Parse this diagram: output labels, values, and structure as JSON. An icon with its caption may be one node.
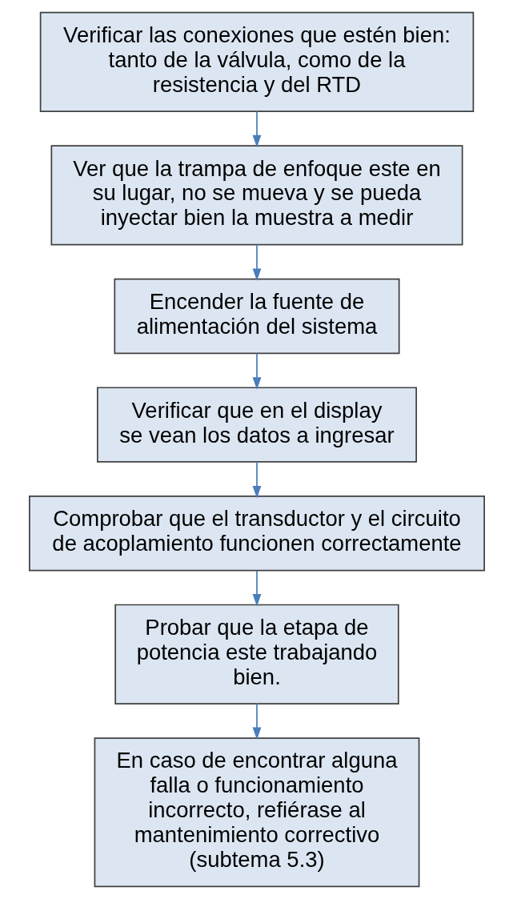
{
  "diagram": {
    "nodes": [
      {
        "text": [
          "Verificar las conexiones que estén bien: tanto de la válvula, como de la resistencia y del RTD"
        ]
      },
      {
        "text": [
          "Ver que la trampa de enfoque este en su lugar, no se mueva y se pueda inyectar bien la muestra a medir"
        ]
      },
      {
        "text": [
          "Encender la fuente de alimentación del sistema"
        ]
      },
      {
        "text": [
          "Verificar que en el display se vean los datos a ingresar"
        ]
      },
      {
        "text": [
          "Comprobar que el transductor y el circuito de acoplamiento funcionen correctamente"
        ]
      },
      {
        "text": [
          "Probar que la etapa de potencia este trabajando bien."
        ]
      },
      {
        "text": [
          "En caso de encontrar alguna falla o funcionamiento incorrecto, refiérase al mantenimiento correctivo (subtema 5.3)"
        ]
      }
    ],
    "edges": [
      {
        "from": 0,
        "to": 1,
        "arrow": "to"
      },
      {
        "from": 1,
        "to": 2,
        "arrow": "to"
      },
      {
        "from": 2,
        "to": 3,
        "arrow": "to"
      },
      {
        "from": 3,
        "to": 4,
        "arrow": "to"
      },
      {
        "from": 4,
        "to": 5,
        "arrow": "to"
      },
      {
        "from": 5,
        "to": 6,
        "arrow": "to"
      }
    ]
  }
}
